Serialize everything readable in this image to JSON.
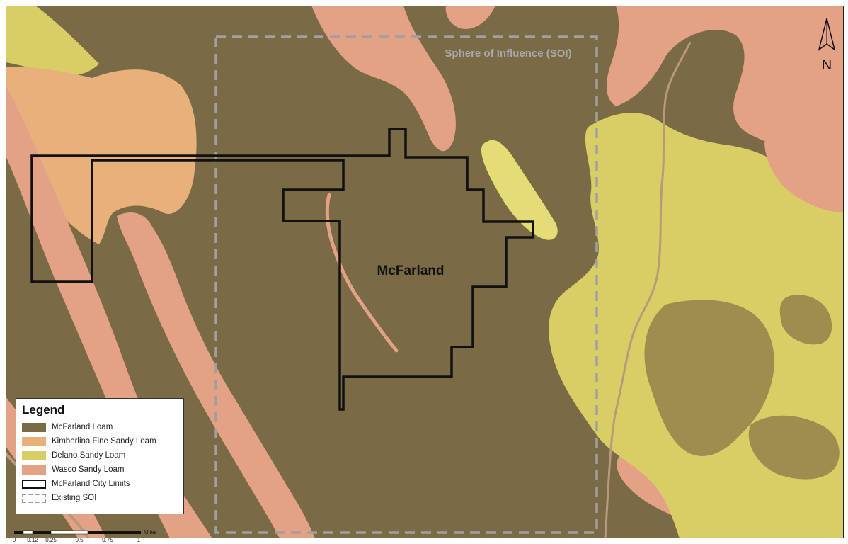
{
  "map": {
    "city_label": "McFarland",
    "soi_label": "Sphere of Influence (SOI)",
    "north_label": "N"
  },
  "legend": {
    "title": "Legend",
    "items": [
      {
        "label": "McFarland Loam",
        "color": "#7a6a45"
      },
      {
        "label": "Kimberlina Fine Sandy Loam",
        "color": "#e8b07a"
      },
      {
        "label": "Delano Sandy Loam",
        "color": "#d9ce66"
      },
      {
        "label": "Wasco Sandy Loam",
        "color": "#e3a185"
      },
      {
        "label": "McFarland City Limits",
        "color": "#111111"
      },
      {
        "label": "Existing SOI",
        "color": "#9a9a9a"
      }
    ]
  },
  "scale_bar": {
    "ticks": [
      "0",
      "0.12",
      "0.25",
      "0.5",
      "0.75",
      "1"
    ],
    "unit": "Miles"
  },
  "colors": {
    "mcfarland_loam": "#7a6a45",
    "kimberlina": "#e8b07a",
    "delano": "#d9ce66",
    "delano_light": "#e4dc74",
    "wasco": "#e3a185",
    "road": "#b89a7a",
    "city_limits": "#111111",
    "soi": "#a0a0a0",
    "olive_patch": "#9e8d4f"
  }
}
